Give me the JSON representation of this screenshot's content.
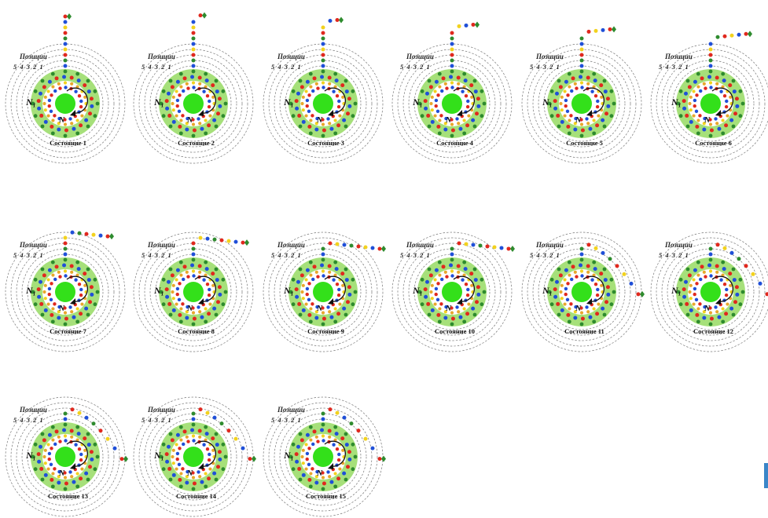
{
  "labels": {
    "positions": "Позиции",
    "position_numbers": "5 4 3  2   1",
    "n1": "N₁",
    "n2": "N"
  },
  "states": [
    {
      "label": "Состояние 1",
      "shift": 0
    },
    {
      "label": "Состояние 2",
      "shift": 1
    },
    {
      "label": "Состояние 3",
      "shift": 2
    },
    {
      "label": "Состояние 4",
      "shift": 3
    },
    {
      "label": "Состояние 5",
      "shift": 4
    },
    {
      "label": "Состояние 6",
      "shift": 5
    },
    {
      "label": "Состояние 7",
      "shift": 6
    },
    {
      "label": "Состояние 8",
      "shift": 7
    },
    {
      "label": "Состояние 9",
      "shift": 8
    },
    {
      "label": "Состояние 10",
      "shift": 9
    },
    {
      "label": "Состояние 11",
      "shift": 10
    },
    {
      "label": "Состояние 12",
      "shift": 11
    },
    {
      "label": "Состояние 13",
      "shift": 12
    },
    {
      "label": "Состояние 14",
      "shift": 13
    },
    {
      "label": "Состояние 15",
      "shift": 14
    }
  ],
  "colors": {
    "green_ring": "#a6e07a",
    "core": "#33e01a",
    "dark_green": "#2e8b2e",
    "red": "#e0281e",
    "blue": "#1f4fd8",
    "orange": "#e8a72c",
    "yellow": "#f2d21e",
    "dashed": "#777777"
  },
  "chain_colors": [
    "#1f4fd8",
    "#2e8b2e",
    "#e0281e",
    "#f2d21e",
    "#1f4fd8",
    "#2e8b2e",
    "#e0281e",
    "#f2d21e",
    "#1f4fd8",
    "#e0281e",
    "#f2d21e",
    "#2e8b2e"
  ]
}
